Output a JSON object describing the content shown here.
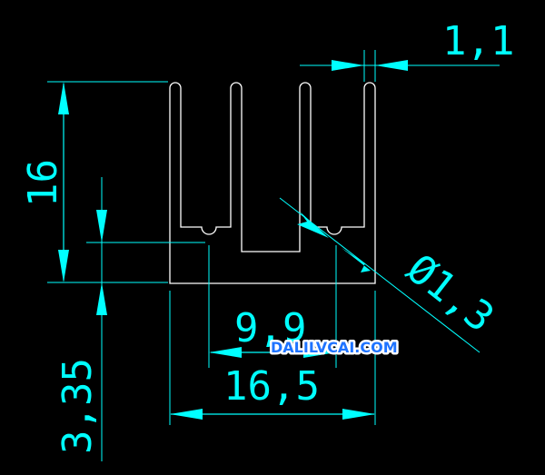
{
  "drawing": {
    "dimensions": {
      "fin_thickness": "1,1",
      "height": "16",
      "base_thickness": "3,35",
      "groove_diameter": "Ø1,3",
      "inner_span": "9,9",
      "overall_width": "16,5"
    },
    "watermark": "DALILVCAI.COM"
  },
  "colors": {
    "background": "#000000",
    "outline": "#ffffff",
    "dimension": "#00ffff",
    "watermark_fill": "#1e73ff",
    "watermark_outline": "#ffffff"
  }
}
